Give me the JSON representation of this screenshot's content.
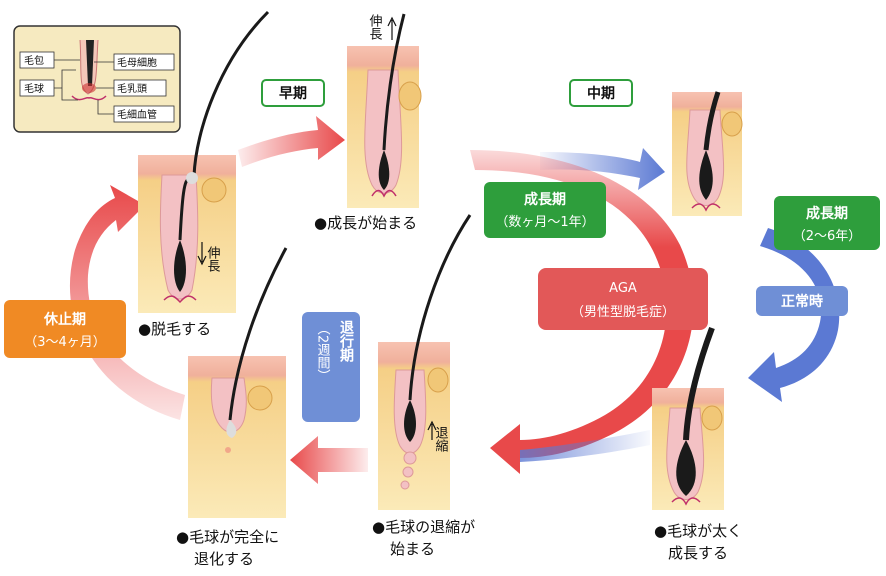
{
  "legend": {
    "follicle": "毛包",
    "bulb": "毛球",
    "matrix_cell": "毛母細胞",
    "papilla": "毛乳頭",
    "capillary": "毛細血管"
  },
  "stages": {
    "early": {
      "label": "早期",
      "caption": "●成長が始まる",
      "growth": "伸長"
    },
    "middle": {
      "label": "中期"
    },
    "growth_normal": {
      "label": "成長期",
      "period": "（2〜6年）",
      "condition": "正常時"
    },
    "growth_aga": {
      "label": "成長期",
      "period": "（数ヶ月〜1年）"
    },
    "aga": {
      "label": "AGA",
      "sub": "（男性型脱毛症）"
    },
    "thick": {
      "caption1": "●毛球が太く",
      "caption2": "成長する"
    },
    "shrink_start": {
      "caption1": "●毛球の退縮が",
      "caption2": "始まる",
      "note": "退縮"
    },
    "regression": {
      "label": "退行期",
      "period": "（2週間）"
    },
    "complete": {
      "caption1": "●毛球が完全に",
      "caption2": "退化する"
    },
    "resting": {
      "label": "休止期",
      "period": "（3〜4ヶ月）"
    },
    "shedding": {
      "caption": "●脱毛する",
      "growth": "伸長"
    }
  },
  "colors": {
    "red_arrow": "#e8494a",
    "blue_arrow": "#5b79d3",
    "green_label": "#2e9e3c",
    "orange_label": "#f08a24",
    "blue_label": "#6f8fd6",
    "red_label": "#e25858",
    "skin_top": "#f2b8a4",
    "skin_body": "#f4d681",
    "hair": "#1a1a1a"
  }
}
